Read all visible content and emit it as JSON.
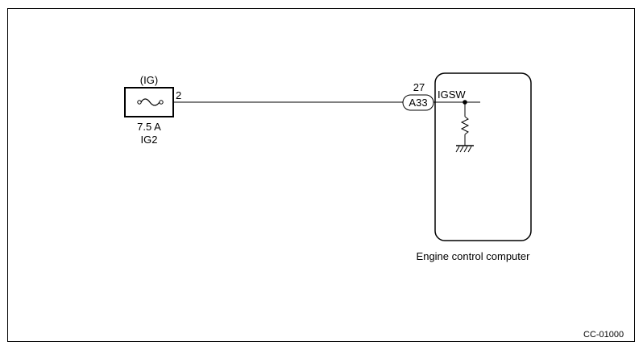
{
  "fuse": {
    "label_top": "(IG)",
    "rating": "7.5 A",
    "name": "IG2",
    "pin": "2"
  },
  "connector": {
    "pin": "27",
    "code": "A33"
  },
  "ecu": {
    "terminal": "IGSW",
    "name": "Engine control computer"
  },
  "figure_code": "CC-01000"
}
